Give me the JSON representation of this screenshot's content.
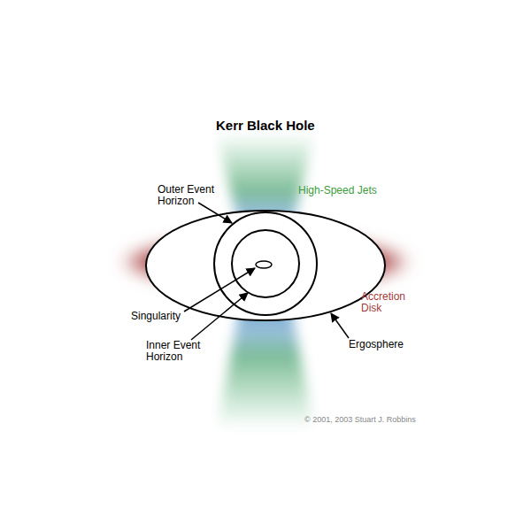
{
  "diagram": {
    "title": "Kerr Black Hole",
    "labels": [
      "Outer Event Horizon",
      "High-Speed Jets",
      "Singularity",
      "Inner Event Horizon",
      "Accretion Disk",
      "Ergosphere",
      "© 2001, 2003 Stuart J. Robbins"
    ]
  }
}
